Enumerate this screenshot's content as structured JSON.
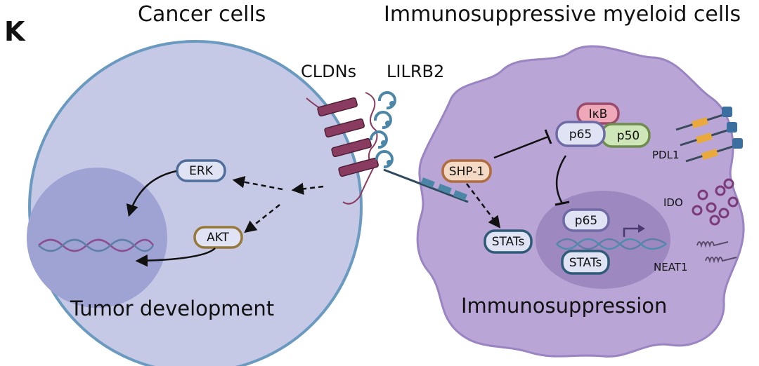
{
  "panel_label": "K",
  "headings": {
    "cancer_cells": "Cancer cells",
    "myeloid_cells": "Immunosuppressive myeloid cells"
  },
  "receptors": {
    "cldns": "CLDNs",
    "lilrb2": "LILRB2"
  },
  "cancer_cell": {
    "erk": "ERK",
    "akt": "AKT",
    "outcome": "Tumor development"
  },
  "myeloid_cell": {
    "shp1": "SHP-1",
    "ikb": "IκB",
    "p65": "p65",
    "p50": "p50",
    "stats": "STATs",
    "nucleus_p65": "p65",
    "nucleus_stats": "STATs",
    "pdl1": "PDL1",
    "ido": "IDO",
    "neat1": "NEAT1",
    "outcome": "Immunosuppression"
  },
  "colors": {
    "cancer_fill": "#c6c9e6",
    "cancer_border": "#6a9ac0",
    "cancer_nucleus": "#9fa3d4",
    "myeloid_fill": "#b9a6d6",
    "myeloid_border": "#9a84c2",
    "myeloid_nucleus": "#9d88bf",
    "claudin": "#8a3c60",
    "lilrb2": "#4b86a6",
    "pdl1_orange": "#e9a93c",
    "pdl1_blue": "#3a6fa0",
    "ido_dot": "#7b3a78"
  }
}
